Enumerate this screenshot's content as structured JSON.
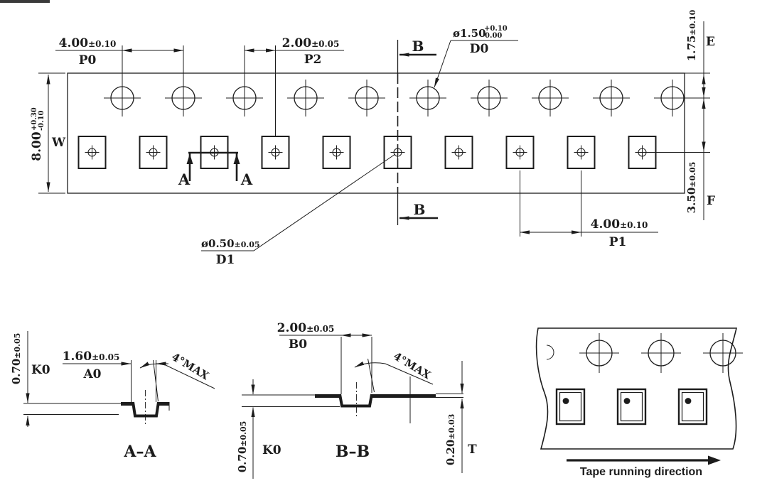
{
  "colors": {
    "ink": "#1c1c1c",
    "background": "#ffffff"
  },
  "top_view": {
    "dim_p0": {
      "value": "4.00",
      "tol": "±0.10",
      "label": "P0"
    },
    "dim_p2": {
      "value": "2.00",
      "tol": "±0.05",
      "label": "P2"
    },
    "dim_p1": {
      "value": "4.00",
      "tol": "±0.10",
      "label": "P1"
    },
    "dim_d0": {
      "value": "ø1.50",
      "tol_upper": "+0.10",
      "tol_lower": "0.00",
      "label": "D0"
    },
    "dim_d1": {
      "value": "ø0.50",
      "tol": "±0.05",
      "label": "D1"
    },
    "dim_w": {
      "value": "8.00",
      "tol_upper": "+0.30",
      "tol_lower": "-0.10",
      "label": "W"
    },
    "dim_e": {
      "value": "1.75",
      "tol": "±0.10",
      "label": "E"
    },
    "dim_f": {
      "value": "3.50",
      "tol": "±0.05",
      "label": "F"
    },
    "section_a_letter": "A",
    "section_b_letter": "B"
  },
  "section_aa": {
    "title": "A–A",
    "dim_k0": {
      "value": "0.70",
      "tol": "±0.05",
      "label": "K0"
    },
    "dim_a0": {
      "value": "1.60",
      "tol": "±0.05",
      "label": "A0"
    },
    "angle_note": "4°MAX"
  },
  "section_bb": {
    "title": "B–B",
    "dim_b0": {
      "value": "2.00",
      "tol": "±0.05",
      "label": "B0"
    },
    "dim_k0": {
      "value": "0.70",
      "tol": "±0.05",
      "label": "K0"
    },
    "dim_t": {
      "value": "0.20",
      "tol": "±0.03",
      "label": "T"
    },
    "angle_note": "4°MAX"
  },
  "direction_view": {
    "label": "Tape running direction"
  }
}
